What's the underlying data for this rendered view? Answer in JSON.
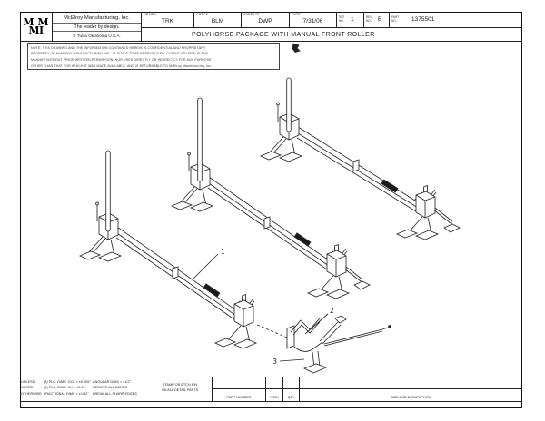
{
  "sheet": {
    "logo": {
      "top": "M M",
      "bottom": "MI"
    },
    "company": {
      "name": "McElroy Manufacturing, Inc.",
      "tagline": "The leader by design.",
      "location": "® Tulsa Oklahoma U.S.A."
    },
    "approval": {
      "drawn": {
        "label": "DRAWN",
        "value": "TRK"
      },
      "check": {
        "label": "CHECK",
        "value": "BLM"
      },
      "apprvd": {
        "label": "APPR'V'D",
        "value": "DWP"
      },
      "date": {
        "label": "DATE",
        "value": "7/31/06"
      },
      "sht": {
        "label": "SHT NO.",
        "value": "1"
      },
      "rev": {
        "label": "REV NO.",
        "value": "B"
      },
      "part": {
        "label": "PART NO.",
        "value": "1375501"
      }
    },
    "title": "POLYHORSE PACKAGE WITH MANUAL FRONT ROLLER",
    "note_lines": [
      "NOTE: THIS DRAWING AND THE INFORMATION CONTAINED HEREIN IS CONFIDENTIAL AND PROPRIETARY",
      "PROPERTY OF McELROY MANUFACTURING, INC. IT IS NOT TO BE REPRODUCED, COPIED OR USED IN ANY",
      "MANNER WITHOUT PRIOR WRITTEN PERMISSION, NOR USED DIRECTLY OR INDIRECTLY FOR ANY PURPOSE",
      "OTHER THAN THAT FOR WHICH IT WAS MADE AVAILABLE, AND IS RETURNABLE TO McElroy Manufacturing, Inc."
    ],
    "callouts": {
      "c1": "1",
      "c2": "2",
      "c3": "3"
    },
    "tolerances": {
      "unless": [
        "UNLESS",
        "NOTED",
        "OTHERWISE"
      ],
      "dims": [
        "(3) PLC. DIMS .XXX = ±0.005\"",
        "(2) PLC. DIMS .XX = ±0.01\"",
        "FRACTIONAL DIMS = ±1/32\""
      ],
      "rules": [
        "ANGULAR DIMS = ±1/2°",
        "REMOVE ALL BURRS",
        "BREAK ALL SHARP EDGES"
      ],
      "stamp": [
        "STAMP OR ETCH P/N",
        "ON ALL DETAIL PARTS"
      ]
    },
    "bom_columns": {
      "part_number": "PART NUMBER",
      "item": "ITEM",
      "qty": "QTY",
      "size_desc": "SIZE AND DESCRIPTION"
    },
    "colors": {
      "line": "#2b2b2b",
      "sticker": "#1a1a1a"
    }
  }
}
